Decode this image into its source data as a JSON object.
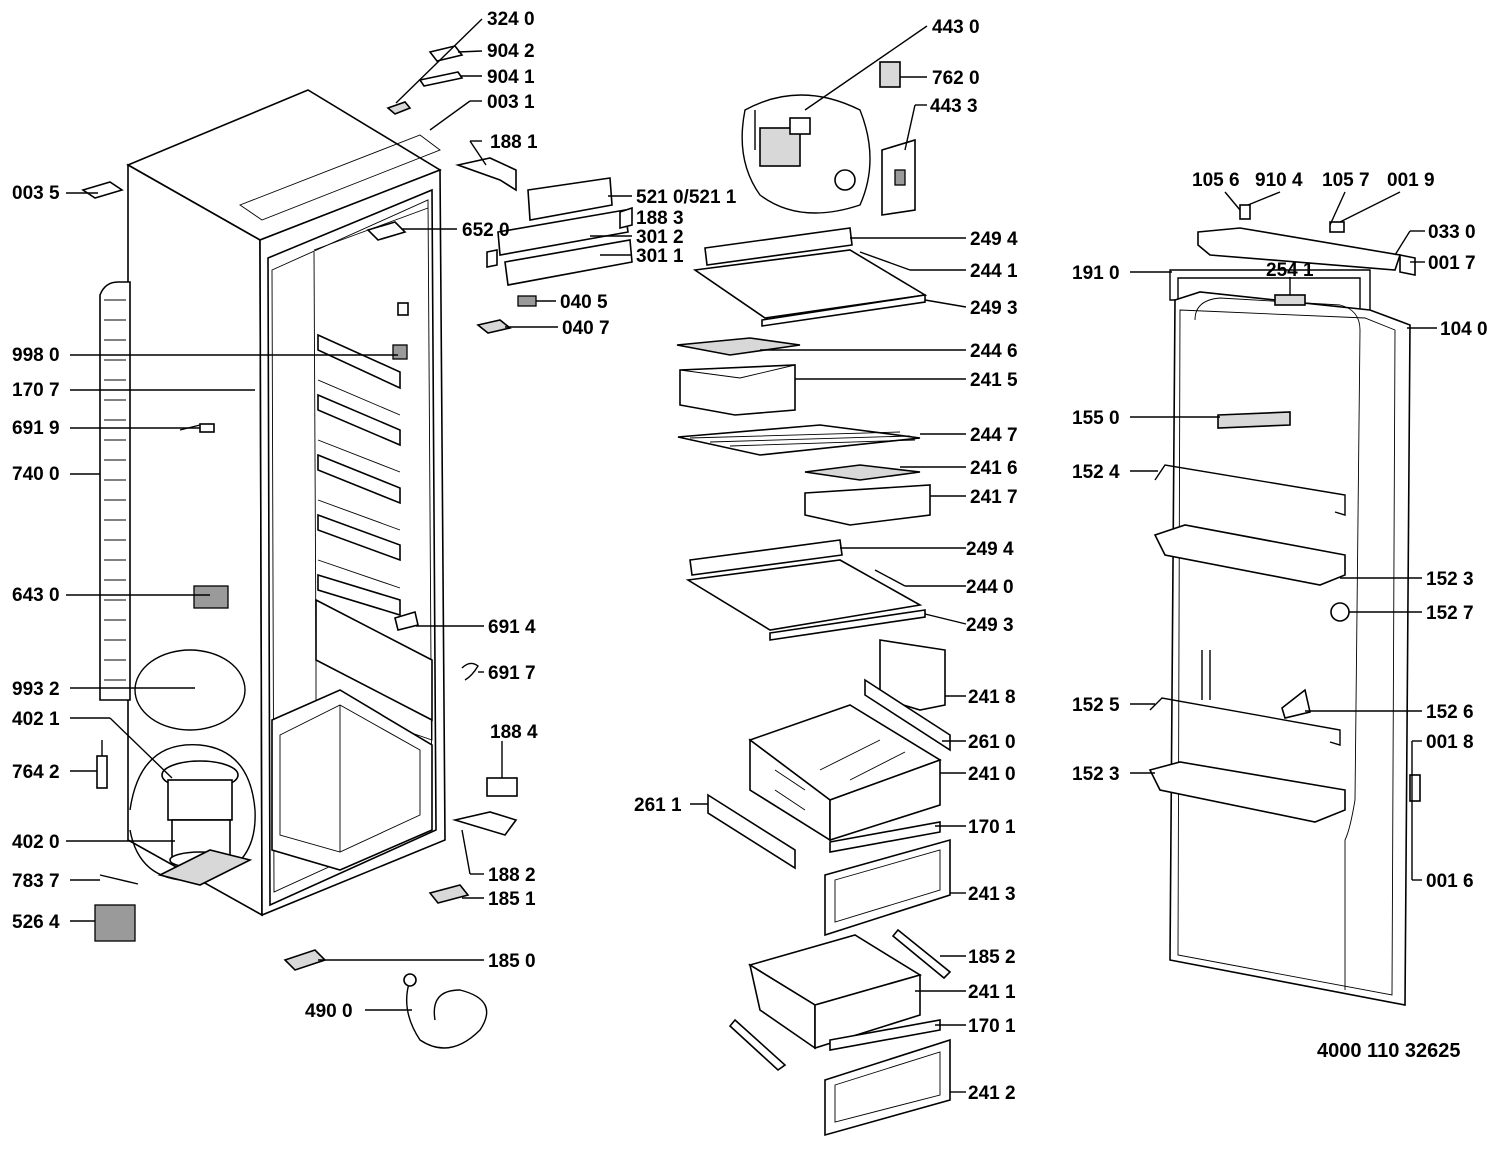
{
  "diagram": {
    "document_number": "4000 110 32625",
    "part_labels": [
      "324 0",
      "904 2",
      "904 1",
      "003 1",
      "188 1",
      "003 5",
      "521 0/521 1",
      "188 3",
      "652 0",
      "301 2",
      "301 1",
      "040 5",
      "040 7",
      "998 0",
      "170 7",
      "691 9",
      "740 0",
      "643 0",
      "691 4",
      "691 7",
      "993 2",
      "402 1",
      "764 2",
      "188 4",
      "402 0",
      "188 2",
      "783 7",
      "185 1",
      "526 4",
      "185 0",
      "490 0",
      "443 0",
      "762 0",
      "443 3",
      "249 4",
      "244 1",
      "249 3",
      "244 6",
      "241 5",
      "244 7",
      "241 6",
      "241 7",
      "249 4",
      "244 0",
      "249 3",
      "241 8",
      "261 0",
      "241 0",
      "261 1",
      "170 1",
      "241 3",
      "185 2",
      "241 1",
      "170 1",
      "241 2",
      "105 6",
      "910 4",
      "105 7",
      "001 9",
      "033 0",
      "191 0",
      "254 1",
      "001 7",
      "104 0",
      "155 0",
      "152 4",
      "152 3",
      "152 7",
      "152 5",
      "152 6",
      "001 8",
      "152 3",
      "001 6"
    ]
  }
}
